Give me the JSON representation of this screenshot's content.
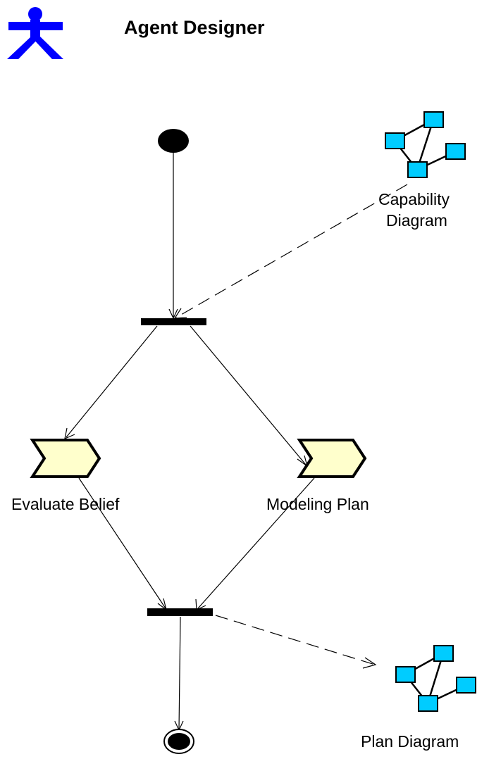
{
  "header": {
    "role_title": "Agent Designer",
    "role_icon": "actor-icon"
  },
  "activities": [
    {
      "label": "Evaluate Belief"
    },
    {
      "label": "Modeling Plan"
    }
  ],
  "artifacts": [
    {
      "line1": "Capability",
      "line2": "Diagram",
      "icon": "diagram-icon"
    },
    {
      "line1": "Plan Diagram",
      "icon": "diagram-icon"
    }
  ],
  "colors": {
    "actor": "#0000ff",
    "activity_fill": "#ffffcc",
    "diagram_node": "#00ccff",
    "stroke": "#000000"
  }
}
